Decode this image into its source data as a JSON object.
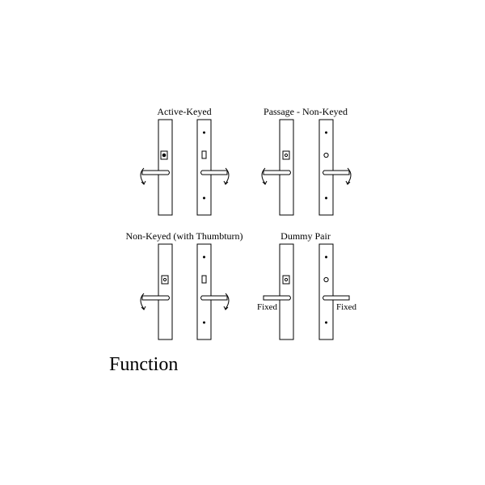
{
  "groups": [
    {
      "id": "active-keyed",
      "label": "Active-Keyed"
    },
    {
      "id": "passage-non-keyed",
      "label": "Passage - Non-Keyed"
    },
    {
      "id": "non-keyed-thumbturn",
      "label": "Non-Keyed (with Thumbturn)"
    },
    {
      "id": "dummy-pair",
      "label": "Dummy Pair"
    }
  ],
  "fixed_labels": {
    "left": "Fixed",
    "right": "Fixed"
  },
  "heading": "Function"
}
